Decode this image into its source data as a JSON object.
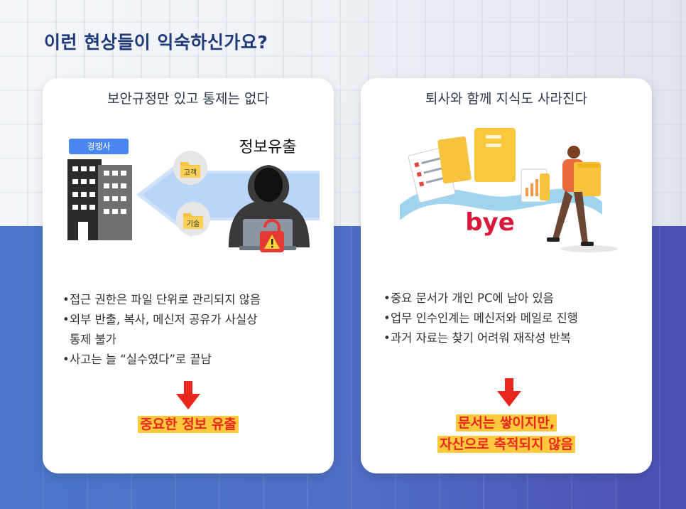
{
  "page": {
    "title": "이런 현상들이 익숙하신가요?"
  },
  "left_card": {
    "title": "보안규정만 있고 통제는 없다",
    "illustration": {
      "building_label": "경쟁사",
      "leak_label": "정보유출",
      "folder_customer": "고객",
      "folder_tech": "기술",
      "icons": [
        "building-icon",
        "hooded-hacker-icon",
        "folder-icon",
        "warning-lock-icon"
      ]
    },
    "bullet_mark": "•",
    "bullets": [
      "접근 권한은 파일 단위로 관리되지 않음",
      "외부 반출, 복사, 메신저 공유가 사실상",
      "통제 불가",
      "사고는 늘 “실수였다”로 끝남"
    ],
    "result": "중요한 정보 유출"
  },
  "right_card": {
    "title": "퇴사와 함께 지식도 사라진다",
    "illustration": {
      "bye_label": "bye",
      "icons": [
        "documents-icon",
        "folder-icon",
        "person-carrying-box-icon"
      ]
    },
    "bullet_mark": "•",
    "bullets": [
      "중요 문서가 개인 PC에 남아 있음",
      "업무 인수인계는 메신저와 메일로 진행",
      "과거 자료는 찾기 어려워 재작성 반복"
    ],
    "result_line1": "문서는 쌓이지만,",
    "result_line2": "자산으로 축적되지 않음"
  },
  "colors": {
    "title": "#1f3a78",
    "accent_red": "#e8281e",
    "highlight": "#ffc83d",
    "folder": "#f7c33f",
    "background_blue": "#4b64c0"
  }
}
